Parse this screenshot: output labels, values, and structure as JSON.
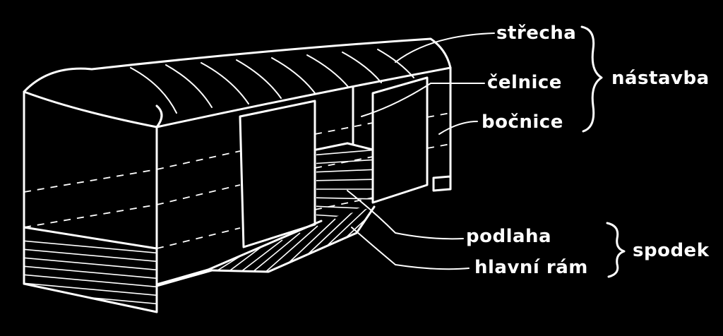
{
  "labels": {
    "roof": "střecha",
    "end_wall": "čelnice",
    "side_wall": "bočnice",
    "superstructure": "nástavba",
    "floor": "podlaha",
    "main_frame": "hlavní rám",
    "underframe": "spodek"
  },
  "colors": {
    "background": "#000000",
    "ink": "#ffffff"
  }
}
